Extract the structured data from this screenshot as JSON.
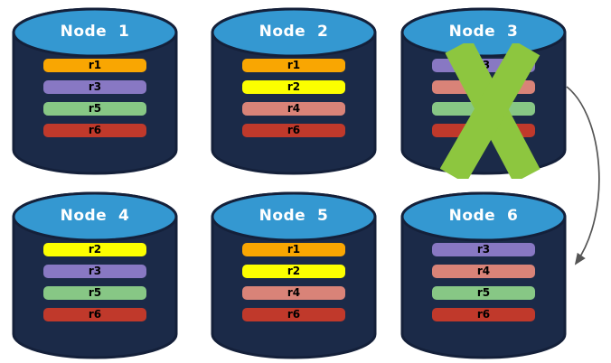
{
  "colors": {
    "cylinder_body": "#1b2a48",
    "cylinder_outline": "#14203a",
    "cylinder_top": "#3498d1",
    "title_text": "#ffffff",
    "bar_text": "#000000",
    "failure_x": "#8dc63f",
    "arrow": "#555555",
    "replica_palette": {
      "r1": "#f9a602",
      "r2": "#fcff00",
      "r3": "#8878c3",
      "r4": "#d98378",
      "r5": "#87c785",
      "r6": "#c0392b"
    }
  },
  "nodes": [
    {
      "title": "Node  1",
      "failed": false,
      "replicas": [
        {
          "label": "r1",
          "color": "#f9a602"
        },
        {
          "label": "r3",
          "color": "#8878c3"
        },
        {
          "label": "r5",
          "color": "#87c785"
        },
        {
          "label": "r6",
          "color": "#c0392b"
        }
      ]
    },
    {
      "title": "Node  2",
      "failed": false,
      "replicas": [
        {
          "label": "r1",
          "color": "#f9a602"
        },
        {
          "label": "r2",
          "color": "#fcff00"
        },
        {
          "label": "r4",
          "color": "#d98378"
        },
        {
          "label": "r6",
          "color": "#c0392b"
        }
      ]
    },
    {
      "title": "Node  3",
      "failed": true,
      "replicas": [
        {
          "label": "r3",
          "color": "#8878c3"
        },
        {
          "label": "",
          "color": "#d98378"
        },
        {
          "label": "",
          "color": "#87c785"
        },
        {
          "label": "",
          "color": "#c0392b"
        }
      ]
    },
    {
      "title": "Node  4",
      "failed": false,
      "replicas": [
        {
          "label": "r2",
          "color": "#fcff00"
        },
        {
          "label": "r3",
          "color": "#8878c3"
        },
        {
          "label": "r5",
          "color": "#87c785"
        },
        {
          "label": "r6",
          "color": "#c0392b"
        }
      ]
    },
    {
      "title": "Node  5",
      "failed": false,
      "replicas": [
        {
          "label": "r1",
          "color": "#f9a602"
        },
        {
          "label": "r2",
          "color": "#fcff00"
        },
        {
          "label": "r4",
          "color": "#d98378"
        },
        {
          "label": "r6",
          "color": "#c0392b"
        }
      ]
    },
    {
      "title": "Node  6",
      "failed": false,
      "replicas": [
        {
          "label": "r3",
          "color": "#8878c3"
        },
        {
          "label": "r4",
          "color": "#d98378"
        },
        {
          "label": "r5",
          "color": "#87c785"
        },
        {
          "label": "r6",
          "color": "#c0392b"
        }
      ]
    }
  ],
  "arrow": {
    "from": "Node  3",
    "to": "Node  6"
  }
}
